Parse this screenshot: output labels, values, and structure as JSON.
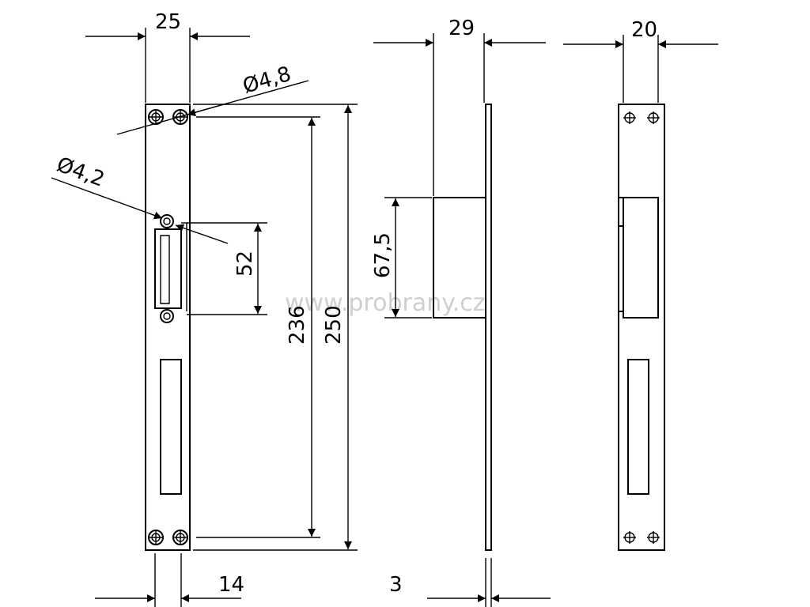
{
  "front_view": {
    "width_dim": "25",
    "bottom_dim": "14",
    "hole_large": "Ø4,8",
    "hole_small": "Ø4,2",
    "latch_dim": "52",
    "hole_spacing_dim": "236",
    "length_dim": "250"
  },
  "side_view": {
    "depth_dim": "29",
    "latch_height_dim": "67,5",
    "plate_thickness_dim": "3"
  },
  "rear_view": {
    "width_dim": "20"
  },
  "watermark": "www.probrany.cz"
}
